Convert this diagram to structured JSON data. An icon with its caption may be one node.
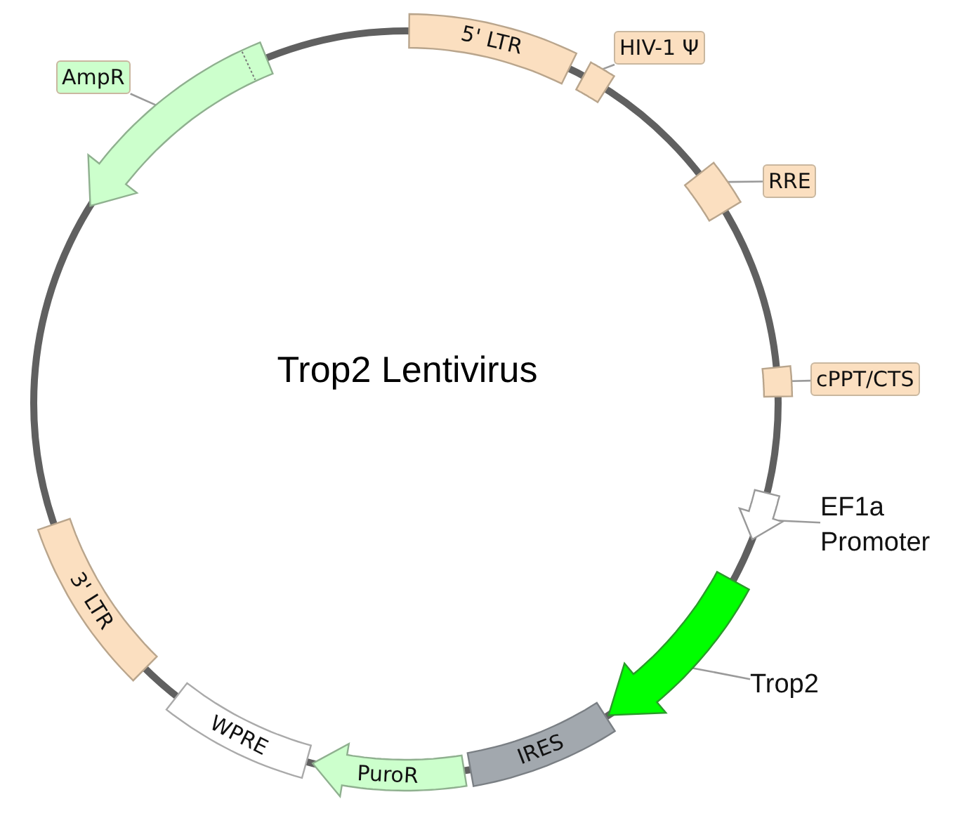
{
  "diagram": {
    "title": "Trop2 Lentivirus",
    "nodes": [
      {
        "text": [
          "5' LTR"
        ]
      },
      {
        "text": [
          "HIV-1 Ψ"
        ]
      },
      {
        "text": [],
        "shape": "box"
      },
      {
        "text": [
          "RRE"
        ]
      },
      {
        "text": [],
        "shape": "box"
      },
      {
        "text": [
          "cPPT/CTS"
        ]
      },
      {
        "text": [],
        "shape": "box"
      },
      {
        "text": [
          "EF1a Promoter"
        ]
      },
      {
        "text": [],
        "shape": "arrow"
      },
      {
        "text": [
          "Trop2"
        ]
      },
      {
        "text": [],
        "shape": "arrow"
      },
      {
        "text": [
          "IRES"
        ]
      },
      {
        "text": [
          "PuroR"
        ]
      },
      {
        "text": [
          "WPRE"
        ]
      },
      {
        "text": [
          "3' LTR"
        ]
      },
      {
        "text": [
          "AmpR"
        ]
      },
      {
        "text": [],
        "shape": "arrow"
      }
    ],
    "edges": [
      {
        "from": 1,
        "to": 2,
        "arrow": "none"
      },
      {
        "from": 3,
        "to": 4,
        "arrow": "none"
      },
      {
        "from": 5,
        "to": 6,
        "arrow": "none"
      },
      {
        "from": 7,
        "to": 8,
        "arrow": "none"
      },
      {
        "from": 9,
        "to": 10,
        "arrow": "none"
      },
      {
        "from": 15,
        "to": 16,
        "arrow": "none"
      }
    ]
  }
}
